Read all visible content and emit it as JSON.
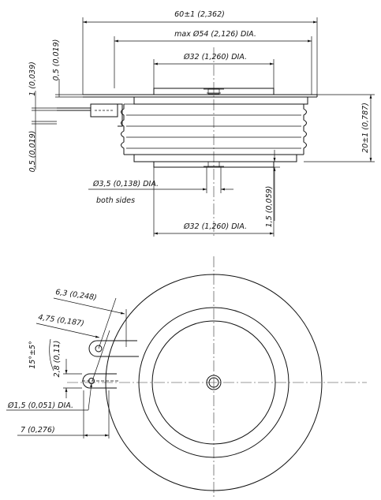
{
  "drawing": {
    "side_view": {
      "overall_width": "60±1 (2,362)",
      "flange_diameter": "max Ø54 (2,126) DIA.",
      "top_contact_diameter": "Ø32 (1,260) DIA.",
      "bottom_contact_diameter": "Ø32 (1,260) DIA.",
      "height": "20±1 (0,787)",
      "left_thickness_upper": "0,5 (0,019)",
      "left_thickness_middle": "1 (0,039)",
      "left_thickness_lower": "0,5 (0,019)",
      "pin_hole": "Ø3,5 (0,138) DIA.",
      "pin_hole_note": "both sides",
      "pin_hole_depth": "1,5 (0,059)"
    },
    "top_view": {
      "terminal_length": "6,3 (0,248)",
      "terminal_offset": "4,75 (0,187)",
      "terminal_angle": "15°±5°",
      "terminal_width": "2,8 (0,11)",
      "terminal_hole": "Ø1,5 (0,051) DIA.",
      "terminal_reach": "7 (0,276)"
    }
  }
}
